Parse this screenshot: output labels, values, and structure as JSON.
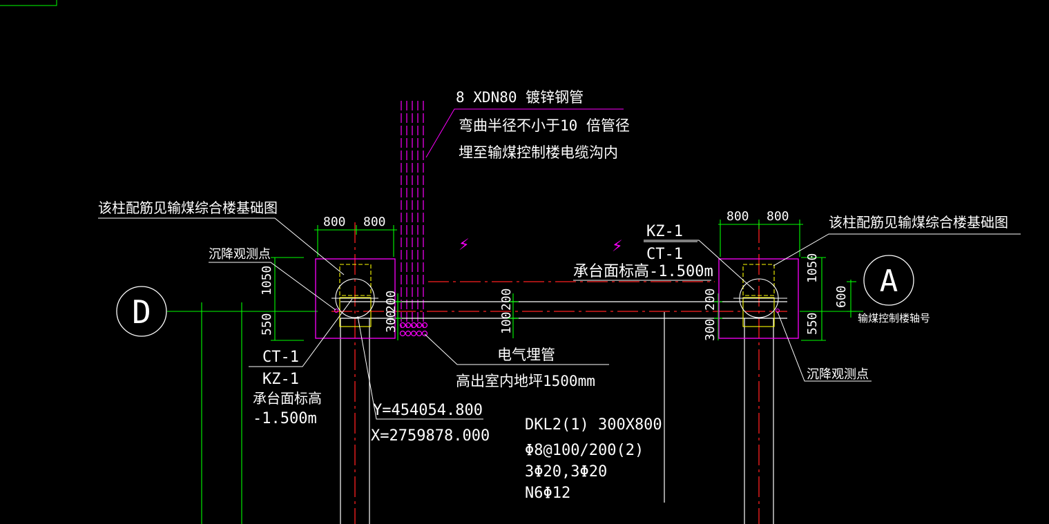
{
  "colors": {
    "background": "#000000",
    "text": "#ffffff",
    "grid": "#00ff00",
    "axis": "#ff2020",
    "magenta": "#ff00ff",
    "yellow": "#ffff00",
    "white": "#ffffff"
  },
  "labels": {
    "pipe_spec": "8 XDN80 镀锌钢管",
    "pipe_bend": "弯曲半径不小于10 倍管径",
    "pipe_route": "埋至输煤控制楼电缆沟内",
    "col_note_left": "该柱配筋见输煤综合楼基础图",
    "col_note_right": "该柱配筋见输煤综合楼基础图",
    "settle_left": "沉降观测点",
    "settle_right": "沉降观测点",
    "kz_right": "KZ-1",
    "ct_right": "CT-1",
    "cap_level_right": "承台面标高-1.500m",
    "ct_left": "CT-1",
    "kz_left": "KZ-1",
    "cap_level_left_1": "承台面标高",
    "cap_level_left_2": "-1.500m",
    "coord_y": "Y=454054.800",
    "coord_x": "X=2759878.000",
    "conduit_1": "电气埋管",
    "conduit_2": "高出室内地坪1500mm",
    "beam_1": "DKL2(1) 300X800",
    "beam_2": "Φ8@100/200(2)",
    "beam_3": "3Φ20,3Φ20",
    "beam_4": "N6Φ12",
    "axis_left": "D",
    "axis_right": "A",
    "axis_right_note": "输煤控制楼轴号",
    "lightning_icon_1": "⚡",
    "lightning_icon_2": "⚡"
  },
  "dimensions": {
    "left_top_a": "800",
    "left_top_b": "800",
    "left_side_a": "1050",
    "left_side_b": "550",
    "left_inner_a": "200",
    "left_inner_b": "300",
    "mid_a": "200",
    "mid_b": "100",
    "right_top_a": "800",
    "right_top_b": "800",
    "right_side_a": "1050",
    "right_side_b": "550",
    "right_inner_a": "200",
    "right_inner_b": "300",
    "right_axis_gap": "600"
  }
}
